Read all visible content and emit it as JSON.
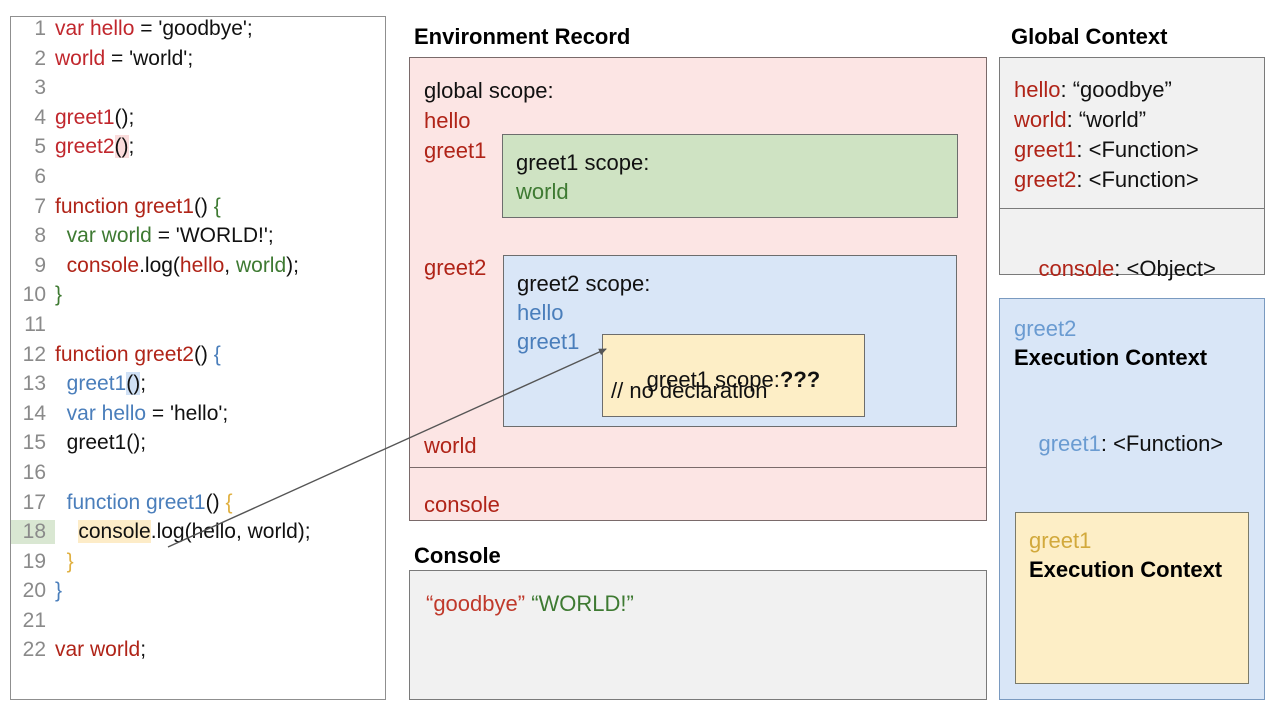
{
  "code_panel": {
    "lines": [
      {
        "num": "1",
        "segments": [
          {
            "t": "var hello",
            "c": "red"
          },
          {
            "t": " = 'goodbye';",
            "c": "black"
          }
        ],
        "indent": 0
      },
      {
        "num": "2",
        "segments": [
          {
            "t": "world",
            "c": "red"
          },
          {
            "t": " = 'world';",
            "c": "black"
          }
        ],
        "indent": 0
      },
      {
        "num": "3",
        "segments": [],
        "indent": 0
      },
      {
        "num": "4",
        "segments": [
          {
            "t": "greet1",
            "c": "red"
          },
          {
            "t": "();",
            "c": "black"
          }
        ],
        "indent": 0
      },
      {
        "num": "5",
        "segments": [
          {
            "t": "greet2",
            "c": "red"
          },
          {
            "t": "()",
            "c": "black",
            "hl": "pink"
          },
          {
            "t": ";",
            "c": "black"
          }
        ],
        "indent": 0
      },
      {
        "num": "6",
        "segments": [],
        "indent": 0
      },
      {
        "num": "7",
        "segments": [
          {
            "t": "function greet1",
            "c": "dred"
          },
          {
            "t": "() ",
            "c": "black"
          },
          {
            "t": "{",
            "c": "green"
          }
        ],
        "indent": 0
      },
      {
        "num": "8",
        "segments": [
          {
            "t": "var world",
            "c": "green"
          },
          {
            "t": " = 'WORLD!';",
            "c": "black"
          }
        ],
        "indent": 1
      },
      {
        "num": "9",
        "segments": [
          {
            "t": "console",
            "c": "dred"
          },
          {
            "t": ".log(",
            "c": "black"
          },
          {
            "t": "hello",
            "c": "dred"
          },
          {
            "t": ", ",
            "c": "black"
          },
          {
            "t": "world",
            "c": "green"
          },
          {
            "t": ");",
            "c": "black"
          }
        ],
        "indent": 1
      },
      {
        "num": "10",
        "segments": [
          {
            "t": "}",
            "c": "green"
          }
        ],
        "indent": 0
      },
      {
        "num": "11",
        "segments": [],
        "indent": 0
      },
      {
        "num": "12",
        "segments": [
          {
            "t": "function greet2",
            "c": "dred"
          },
          {
            "t": "() ",
            "c": "black"
          },
          {
            "t": "{",
            "c": "blue"
          }
        ],
        "indent": 0
      },
      {
        "num": "13",
        "segments": [
          {
            "t": "greet1",
            "c": "blue"
          },
          {
            "t": "()",
            "c": "black",
            "hl": "blue"
          },
          {
            "t": ";",
            "c": "black"
          }
        ],
        "indent": 1
      },
      {
        "num": "14",
        "segments": [
          {
            "t": "var hello",
            "c": "blue"
          },
          {
            "t": " = 'hello';",
            "c": "black"
          }
        ],
        "indent": 1
      },
      {
        "num": "15",
        "segments": [
          {
            "t": "greet1();",
            "c": "black"
          }
        ],
        "indent": 1
      },
      {
        "num": "16",
        "segments": [],
        "indent": 0
      },
      {
        "num": "17",
        "segments": [
          {
            "t": "function greet1",
            "c": "blue"
          },
          {
            "t": "() ",
            "c": "black"
          },
          {
            "t": "{",
            "c": "gold"
          }
        ],
        "indent": 1
      },
      {
        "num": "18",
        "segments": [
          {
            "t": "console",
            "c": "black",
            "hl": "yellow"
          },
          {
            "t": ".log(hello, world);",
            "c": "black"
          }
        ],
        "indent": 2,
        "line_highlight": true
      },
      {
        "num": "19",
        "segments": [
          {
            "t": "}",
            "c": "gold"
          }
        ],
        "indent": 1
      },
      {
        "num": "20",
        "segments": [
          {
            "t": "}",
            "c": "blue"
          }
        ],
        "indent": 0
      },
      {
        "num": "21",
        "segments": [],
        "indent": 0
      },
      {
        "num": "22",
        "segments": [
          {
            "t": "var world",
            "c": "dred"
          },
          {
            "t": ";",
            "c": "black"
          }
        ],
        "indent": 0
      }
    ]
  },
  "env_record": {
    "heading": "Environment Record",
    "global_scope_label": "global scope:",
    "global_bindings": [
      "hello",
      "greet1",
      "greet2",
      "world"
    ],
    "console_binding": "console",
    "greet1_scope": {
      "title": "greet1 scope:",
      "bindings": [
        "world"
      ]
    },
    "greet2_scope": {
      "title": "greet2 scope:",
      "bindings": [
        "hello",
        "greet1"
      ]
    },
    "greet1_inner_scope": {
      "title": "greet1 scope:",
      "unknown": "???",
      "comment": "// no declaration"
    }
  },
  "console_panel": {
    "heading": "Console",
    "output": [
      {
        "text": "“goodbye”",
        "color": "#c0392b"
      },
      {
        "text": "“WORLD!”",
        "color": "#3e7a32"
      }
    ]
  },
  "global_context": {
    "heading": "Global Context",
    "bindings": [
      {
        "name": "hello",
        "value": "“goodbye”"
      },
      {
        "name": "world",
        "value": "“world”"
      },
      {
        "name": "greet1",
        "value": "<Function>"
      },
      {
        "name": "greet2",
        "value": "<Function>"
      }
    ],
    "console_binding": {
      "name": "console",
      "value": "<Object>"
    }
  },
  "greet2_execution_context": {
    "name": "greet2",
    "title": "Execution Context",
    "bindings": [
      {
        "name": "greet1",
        "value": "<Function>"
      }
    ],
    "greet1_execution_context": {
      "name": "greet1",
      "title": "Execution Context"
    }
  },
  "colors": {
    "red": "#c1272d",
    "dark_red": "#b02418",
    "green": "#3e7a32",
    "blue": "#4a7ebb",
    "gold": "#e0b040",
    "env_record_bg": "#fce5e4",
    "greet1_scope_bg": "#cfe3c3",
    "greet2_scope_bg": "#d9e6f7",
    "greet1_inner_bg": "#fdeec6",
    "console_bg": "#f1f1f1",
    "global_ctx_bg": "#f1f1f1"
  }
}
